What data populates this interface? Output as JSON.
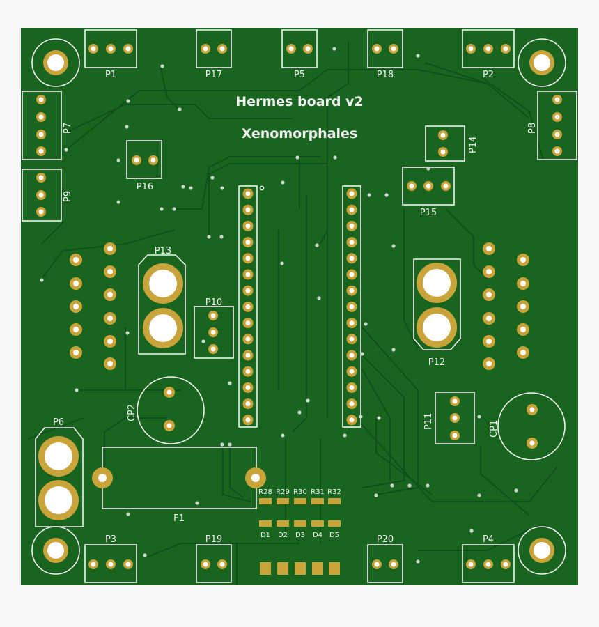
{
  "board": {
    "title": "Hermes board v2",
    "subtitle": "Xenomorphales",
    "colors": {
      "board": "#19651f",
      "silkscreen": "#f2f2f2",
      "pad": "#c9a43a",
      "background": "#f7f7f7"
    }
  },
  "labels": {
    "P1": "P1",
    "P2": "P2",
    "P3": "P3",
    "P4": "P4",
    "P5": "P5",
    "P6": "P6",
    "P7": "P7",
    "P8": "P8",
    "P9": "P9",
    "P10": "P10",
    "P11": "P11",
    "P12": "P12",
    "P13": "P13",
    "P14": "P14",
    "P15": "P15",
    "P16": "P16",
    "P17": "P17",
    "P18": "P18",
    "P19": "P19",
    "P20": "P20",
    "CP1": "CP1",
    "CP2": "CP2",
    "F1": "F1",
    "R28": "R28",
    "R29": "R29",
    "R30": "R30",
    "R31": "R31",
    "R32": "R32",
    "D1": "D1",
    "D2": "D2",
    "D3": "D3",
    "D4": "D4",
    "D5": "D5"
  }
}
